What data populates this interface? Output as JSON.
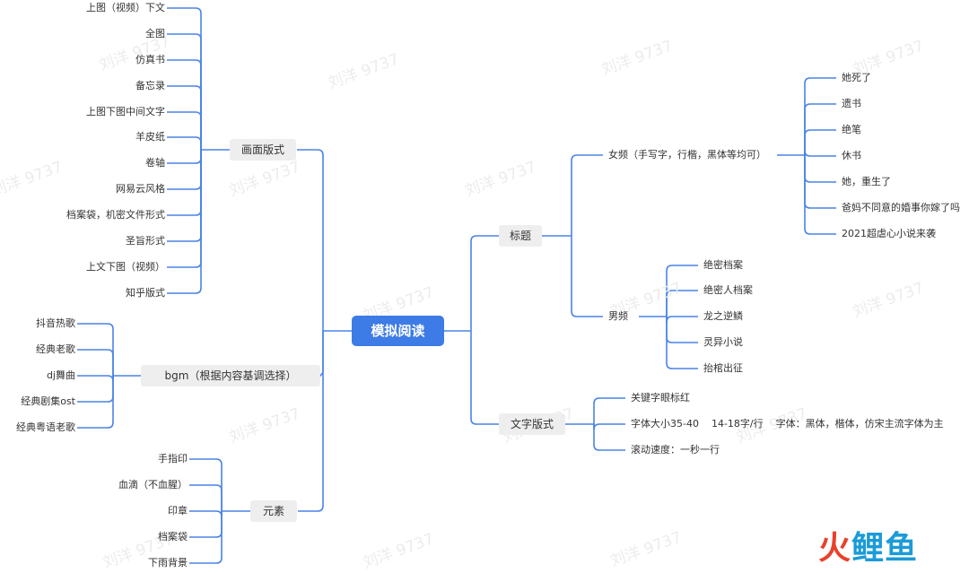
{
  "watermark": "刘洋 9737",
  "root": "模拟阅读",
  "left_branches": [
    {
      "label": "画面版式",
      "children": [
        "上图（视频）下文",
        "全图",
        "仿真书",
        "备忘录",
        "上图下图中间文字",
        "羊皮纸",
        "卷轴",
        "网易云风格",
        "档案袋，机密文件形式",
        "圣旨形式",
        "上文下图（视频）",
        "知乎版式"
      ]
    },
    {
      "label": "bgm（根据内容基调选择）",
      "children": [
        "抖音热歌",
        "经典老歌",
        "dj舞曲",
        "经典剧集ost",
        "经典粤语老歌"
      ]
    },
    {
      "label": "元素",
      "children": [
        "手指印",
        "血滴（不血腥）",
        "印章",
        "档案袋",
        "下雨背景"
      ]
    }
  ],
  "right_branches": [
    {
      "label": "标题",
      "groups": [
        {
          "label": "女频（手写字，行楷，黑体等均可）",
          "children": [
            "她死了",
            "遗书",
            "绝笔",
            "休书",
            "她，重生了",
            "爸妈不同意的婚事你嫁了吗",
            "2021超虐心小说来袭"
          ]
        },
        {
          "label": "男频",
          "children": [
            "绝密档案",
            "绝密人档案",
            "龙之逆鳞",
            "灵异小说",
            "抬棺出征"
          ]
        }
      ]
    },
    {
      "label": "文字版式",
      "children": [
        "关键字眼标红",
        "字体大小35-40    14-18字/行    字体：黑体，楷体，仿宋主流字体为主",
        "滚动速度：一秒一行"
      ]
    }
  ],
  "logo": {
    "part1": "火",
    "part2": "鲤鱼"
  },
  "colors": {
    "line": "#4a84e6",
    "root_bg": "#3d7be6",
    "branch_bg": "#eeeeee"
  }
}
